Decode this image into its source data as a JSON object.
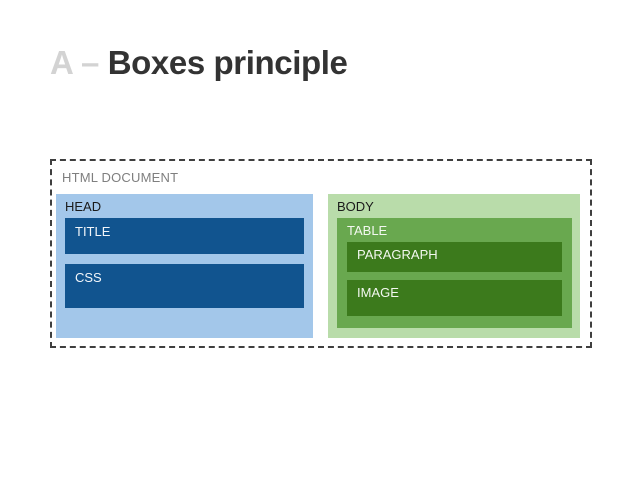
{
  "slide": {
    "title_prefix": "A –",
    "title_main": "Boxes principle",
    "colors": {
      "title_prefix": "#d3d3d3",
      "title_main": "#333333",
      "dashed_border": "#3f3f3f",
      "doc_label": "#7f7f7f",
      "head_fill": "#a3c7ea",
      "head_inner_fill": "#11548f",
      "body_fill": "#b9dcaa",
      "table_fill": "#69a84f",
      "table_inner_fill": "#3c7a1c",
      "background": "#ffffff"
    }
  },
  "diagram": {
    "document": {
      "label": "HTML DOCUMENT"
    },
    "head": {
      "label": "HEAD",
      "children": [
        {
          "label": "TITLE"
        },
        {
          "label": "CSS"
        }
      ]
    },
    "body": {
      "label": "BODY",
      "table": {
        "label": "TABLE",
        "children": [
          {
            "label": "PARAGRAPH"
          },
          {
            "label": "IMAGE"
          }
        ]
      }
    }
  }
}
